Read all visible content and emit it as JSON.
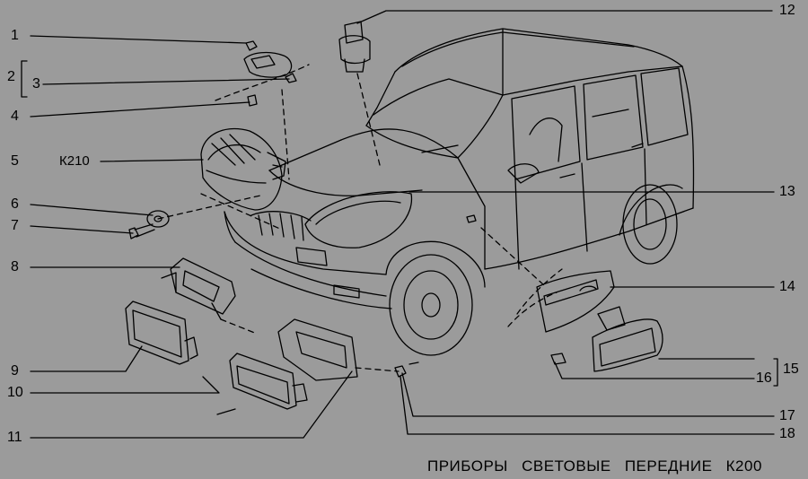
{
  "title": "ПРИБОРЫ   СВЕТОВЫЕ   ПЕРЕДНИЕ   К200",
  "parts": {
    "p1": "1",
    "p2": "2",
    "p3": "3",
    "p4": "4",
    "p5": "5",
    "p6": "6",
    "p7": "7",
    "p8": "8",
    "p9": "9",
    "p10": "10",
    "p11": "11",
    "p12": "12",
    "p13": "13",
    "p14": "14",
    "p15": "15",
    "p16": "16",
    "p17": "17",
    "p18": "18"
  },
  "codes": {
    "k210": "К210"
  }
}
